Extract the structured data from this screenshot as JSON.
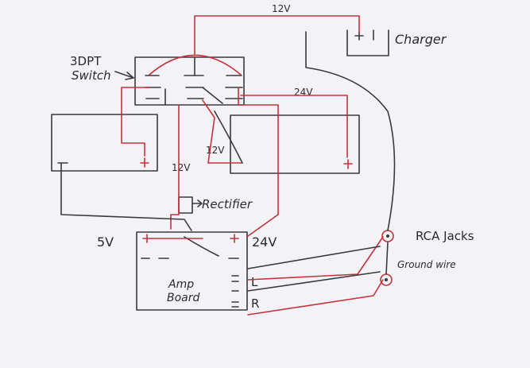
{
  "labels": {
    "top_voltage": "12V",
    "charger": "Charger",
    "switch_line1": "3DPT",
    "switch_line2": "Switch",
    "right_voltage": "24V",
    "mid_voltage_left": "12V",
    "mid_voltage_right": "12V",
    "rectifier": "Rectifier",
    "five_v": "5V",
    "twentyfour_v": "24V",
    "rca": "RCA Jacks",
    "ground": "Ground wire",
    "amp_line1": "Amp",
    "amp_line2": "Board",
    "ch_left": "L",
    "ch_right": "R"
  },
  "colors": {
    "paper": "#f3f2f6",
    "ink": "#3a3a3e",
    "red_ink": "#c4323b"
  }
}
